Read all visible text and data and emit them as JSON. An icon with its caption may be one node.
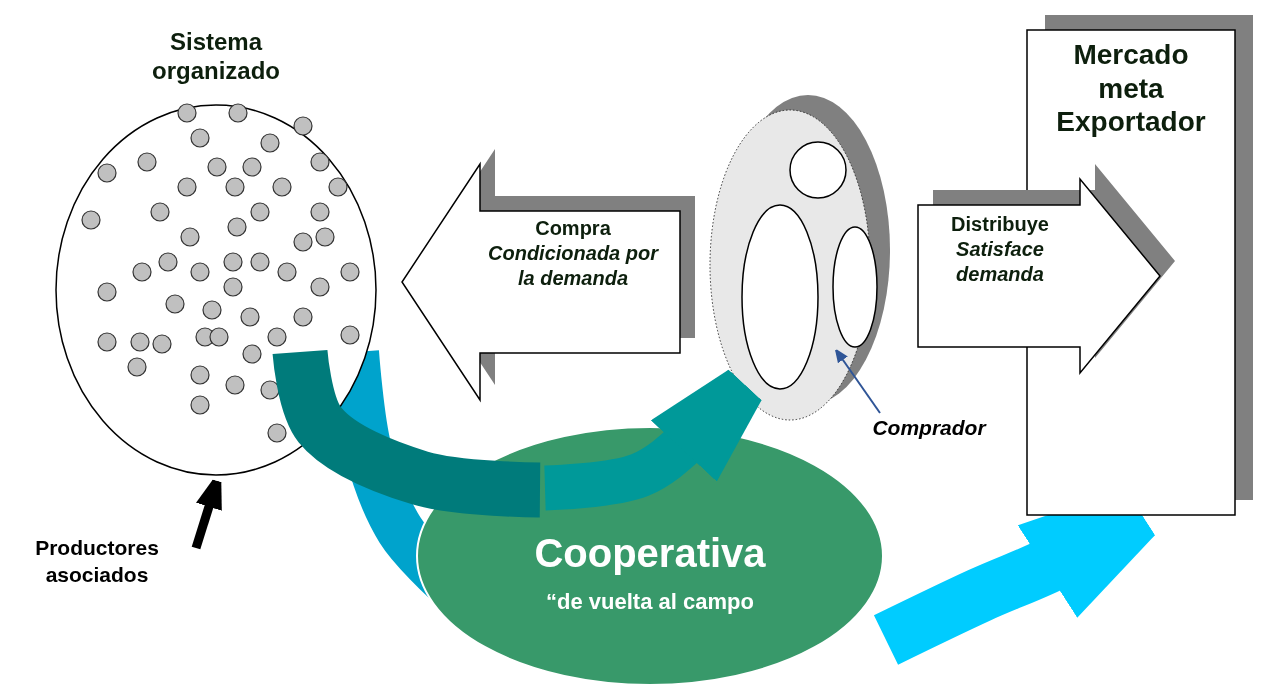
{
  "diagram": {
    "nodes": [
      {
        "text": [
          "Sistema organizado"
        ]
      },
      {
        "text": [],
        "shape": "person"
      },
      {
        "text": [
          "Comprador"
        ]
      },
      {
        "text": [
          "Mercado meta Exportador"
        ]
      },
      {
        "text": [
          "Cooperativa",
          "“de vuelta al campo"
        ]
      },
      {
        "text": [
          "Productores asociados"
        ]
      }
    ],
    "edges": [
      {
        "from": 1,
        "to": 0,
        "arrow": "to",
        "label": "Compra *Condicionada por la demanda*"
      },
      {
        "from": 1,
        "to": 3,
        "arrow": "to",
        "label": "Distribuye *Satisface demanda*"
      },
      {
        "from": 0,
        "to": 4,
        "arrow": "none",
        "color": "#00a3cc"
      },
      {
        "from": 0,
        "to": 4,
        "arrow": "none",
        "color": "#007b7b"
      },
      {
        "from": 4,
        "to": 1,
        "arrow": "to",
        "color": "#009999"
      },
      {
        "from": 4,
        "to": 3,
        "arrow": "to",
        "color": "#00ccff"
      },
      {
        "from": 2,
        "to": 1,
        "arrow": "to",
        "color": "#2f5597"
      },
      {
        "from": 5,
        "to": 0,
        "arrow": "to",
        "color": "#000000"
      }
    ]
  }
}
